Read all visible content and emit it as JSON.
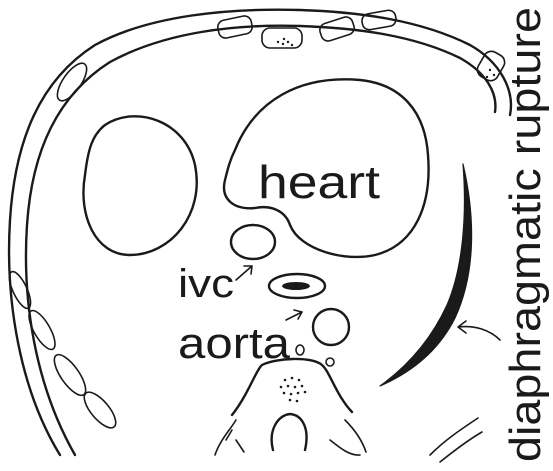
{
  "labels": {
    "heart": "heart",
    "ivc": "ivc",
    "aorta": "aorta",
    "rupture": "diaphragmatic rupture"
  },
  "colors": {
    "ink": "#1a1a1a",
    "paper": "#ffffff"
  }
}
